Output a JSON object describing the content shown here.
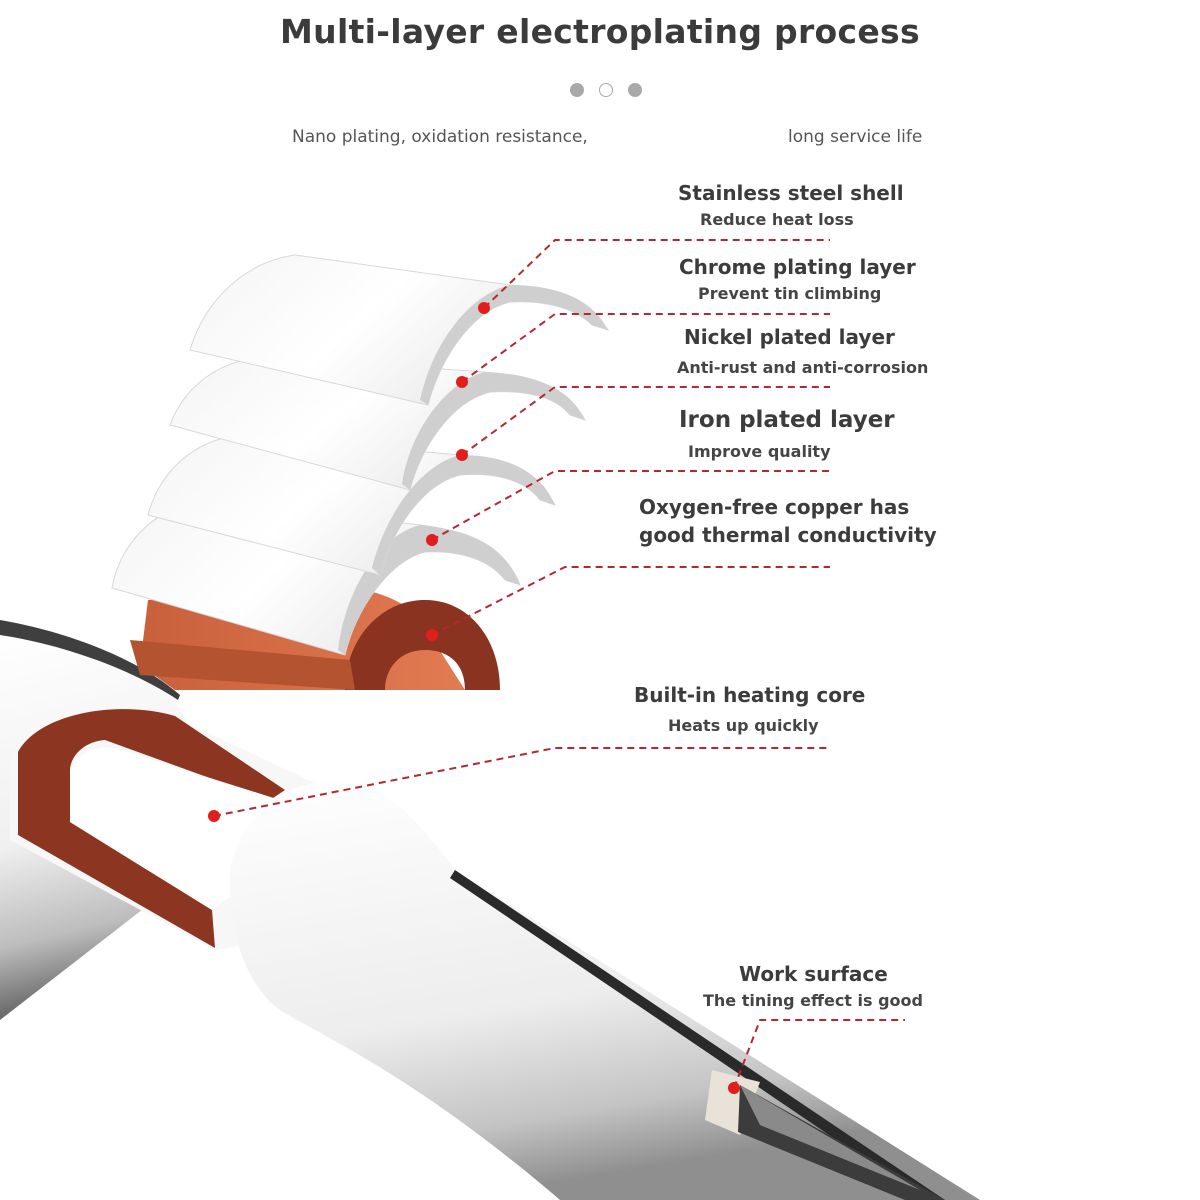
{
  "title": "Multi-layer electroplating process",
  "carousel": {
    "dots": [
      "filled",
      "active-outline",
      "filled"
    ],
    "dot_color": "#a9a9a9"
  },
  "subtitle": {
    "left": "Nano plating, oxidation resistance,",
    "right": "long service life"
  },
  "colors": {
    "leader_line": "#b5282e",
    "leader_dot": "#e01e1e",
    "copper_face": "#d8704a",
    "copper_dark": "#8a3320",
    "plating_layer": "#ffffff",
    "tip_band": "#e8e2d8"
  },
  "layers": [
    {
      "name": "Stainless steel shell",
      "desc": "Reduce heat loss"
    },
    {
      "name": "Chrome plating layer",
      "desc": "Prevent tin climbing"
    },
    {
      "name": "Nickel plated layer",
      "desc": "Anti-rust and anti-corrosion"
    },
    {
      "name": "Iron plated layer",
      "desc": "Improve quality"
    },
    {
      "name": "Oxygen-free copper has",
      "name_line2": "good thermal conductivity"
    },
    {
      "name": "Built-in heating core",
      "desc": "Heats up quickly"
    },
    {
      "name": "Work surface",
      "desc": "The tining effect is good"
    }
  ]
}
